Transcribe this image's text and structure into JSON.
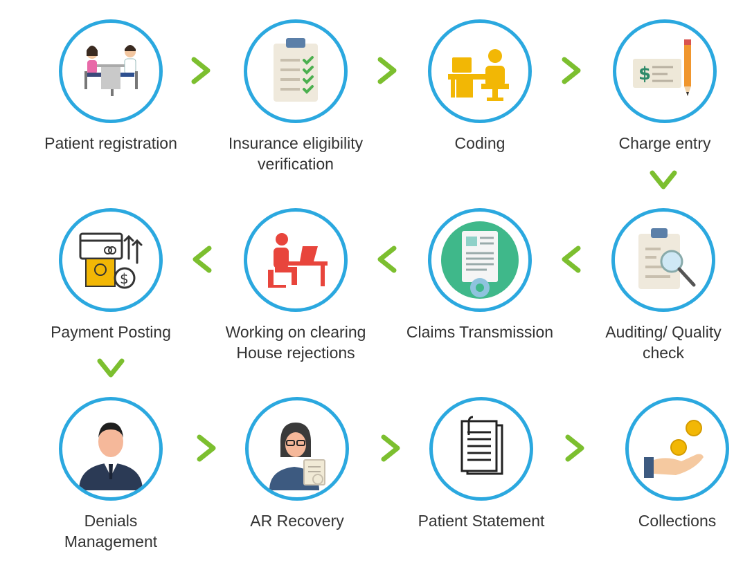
{
  "colors": {
    "ring": "#2ba8df",
    "arrow": "#7cbf2f",
    "text": "#333333"
  },
  "steps": [
    {
      "icon": "consultation-icon",
      "lines": [
        "Patient registration"
      ]
    },
    {
      "icon": "clipboard-checklist-icon",
      "lines": [
        "Insurance eligibility",
        "verification"
      ]
    },
    {
      "icon": "computer-desk-icon",
      "lines": [
        "Coding"
      ]
    },
    {
      "icon": "check-pencil-icon",
      "lines": [
        "Charge entry"
      ]
    },
    {
      "icon": "clipboard-magnifier-icon",
      "lines": [
        "Auditing/ Quality",
        "check"
      ]
    },
    {
      "icon": "document-gear-icon",
      "lines": [
        "Claims Transmission"
      ]
    },
    {
      "icon": "person-at-laptop-icon",
      "lines": [
        "Working on clearing",
        "House rejections"
      ]
    },
    {
      "icon": "payment-icon",
      "lines": [
        "Payment Posting"
      ]
    },
    {
      "icon": "businessman-icon",
      "lines": [
        "Denials",
        "Management"
      ]
    },
    {
      "icon": "woman-document-icon",
      "lines": [
        "AR Recovery"
      ]
    },
    {
      "icon": "statement-icon",
      "lines": [
        "Patient Statement"
      ]
    },
    {
      "icon": "coins-hand-icon",
      "lines": [
        "Collections"
      ]
    }
  ]
}
